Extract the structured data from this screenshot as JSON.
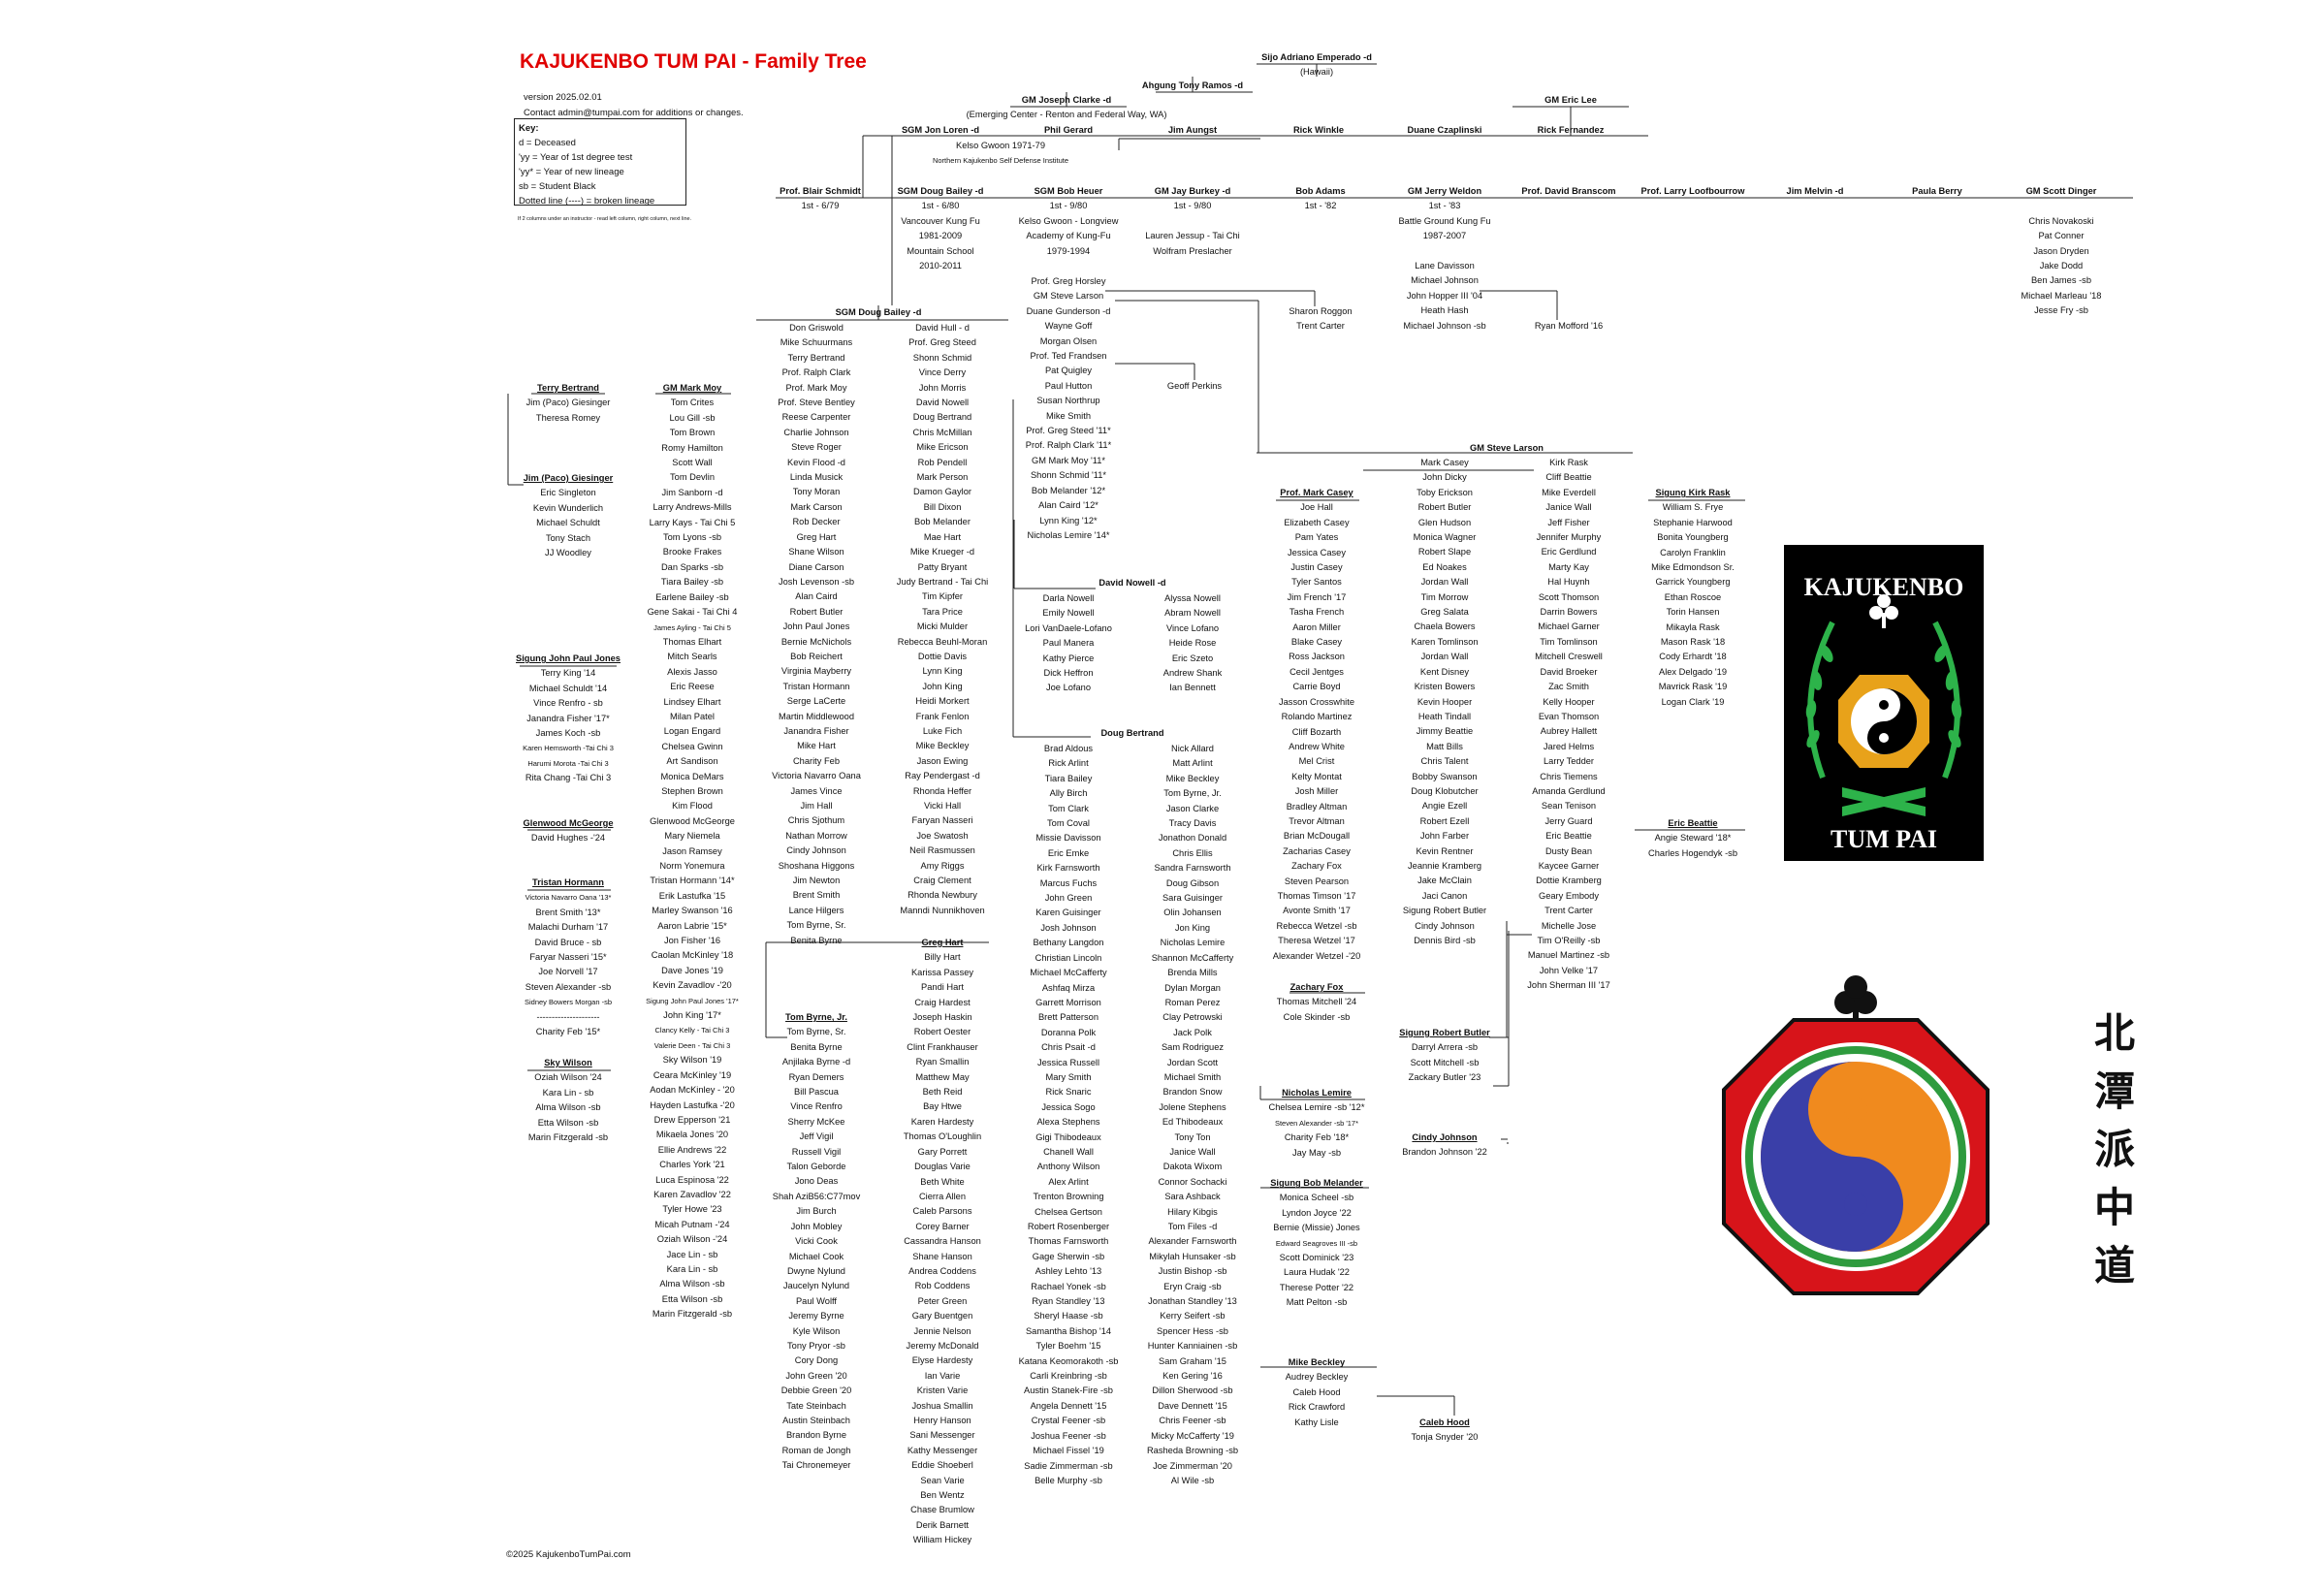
{
  "title": "KAJUKENBO TUM PAI - Family Tree",
  "version": "version 2025.02.01",
  "contact": "Contact admin@tumpai.com for additions or changes.",
  "key": {
    "title": "Key:",
    "lines": [
      "d = Deceased",
      "'yy = Year of 1st degree test",
      "'yy* = Year of new lineage",
      "sb = Student Black",
      "Dotted line (----) = broken lineage"
    ]
  },
  "column_note": "If 2 columns under an instructor - read left column, right column, next line.",
  "copyright": "©2025 KajukenboTumPai.com",
  "logos": {
    "logo1": {
      "top": "KAJUKENBO",
      "bottom": "TUM PAI",
      "colors": {
        "bg": "#000000",
        "wreath": "#2db34a",
        "ring": "#e8a21a",
        "text": "#ffffff"
      }
    },
    "logo2": {
      "calligraphy": [
        "北",
        "潭",
        "派",
        "中",
        "道"
      ],
      "colors": {
        "octagon": "#d7141a",
        "ring": "#2e9b3e",
        "inner": "#ffffff"
      }
    }
  },
  "tree": {
    "emperado": {
      "head": "Sijo Adriano Emperado -d",
      "sub": [
        "(Hawaii)"
      ]
    },
    "ramos": {
      "head": "Ahgung Tony Ramos -d"
    },
    "clarke": {
      "head": "GM Joseph Clarke -d",
      "sub": [
        "(Emerging Center - Renton and Federal Way, WA)"
      ]
    },
    "loren": {
      "head": "SGM Jon Loren -d"
    },
    "loren_note": [
      "Kelso Gwoon 1971-79",
      "Northern Kajukenbo Self Defense Institute"
    ],
    "gerard": {
      "head": "Phil Gerard"
    },
    "aungst": {
      "head": "Jim Aungst"
    },
    "winkle": {
      "head": "Rick Winkle"
    },
    "czaplinski": {
      "head": "Duane Czaplinski"
    },
    "eric_lee": {
      "head": "GM Eric Lee"
    },
    "fernandez": {
      "head": "Rick Fernandez"
    },
    "schmidt": {
      "head": "Prof. Blair Schmidt",
      "items": [
        "1st - 6/79"
      ]
    },
    "bailey1": {
      "head": "SGM Doug Bailey -d",
      "items": [
        "1st - 6/80",
        "Vancouver Kung Fu",
        "1981-2009",
        "Mountain School",
        "2010-2011"
      ]
    },
    "heuer": {
      "head": "SGM Bob Heuer",
      "items": [
        "1st - 9/80",
        "Kelso Gwoon - Longview",
        "Academy of Kung-Fu",
        "1979-1994"
      ]
    },
    "burkey": {
      "head": "GM Jay Burkey -d",
      "items": [
        "1st - 9/80",
        "",
        "Lauren Jessup - Tai Chi",
        "Wolfram Preslacher"
      ]
    },
    "adams": {
      "head": "Bob Adams",
      "items": [
        "1st - '82"
      ]
    },
    "weldon": {
      "head": "GM Jerry Weldon",
      "items": [
        "1st - '83",
        "Battle Ground Kung Fu",
        "1987-2007",
        "",
        "Lane Davisson",
        "Michael Johnson",
        "John Hopper III '04",
        "Heath Hash",
        "Michael Johnson -sb"
      ]
    },
    "branscom": {
      "head": "Prof. David Branscom"
    },
    "loofbourrow": {
      "head": "Prof. Larry Loofbourrow"
    },
    "melvin": {
      "head": "Jim Melvin -d"
    },
    "berry": {
      "head": "Paula Berry"
    },
    "dinger": {
      "head": "GM Scott Dinger",
      "items": [
        "",
        "Chris Novakoski",
        "Pat Conner",
        "Jason Dryden",
        "Jake Dodd",
        "Ben James -sb",
        "Michael Marleau '18",
        "Jesse Fry -sb"
      ]
    },
    "heuer_sub": [
      "Prof. Greg Horsley",
      "GM Steve Larson",
      "Duane Gunderson -d",
      "Wayne Goff",
      "Morgan Olsen",
      "Prof. Ted Frandsen",
      "Pat Quigley",
      "Paul Hutton",
      "Susan Northrup",
      "Mike Smith",
      "Prof. Greg Steed '11*",
      "Prof. Ralph Clark '11*",
      "GM Mark Moy '11*",
      "Shonn Schmid '11*",
      "Bob Melander '12*",
      "Alan Caird '12*",
      "Lynn King '12*",
      "Nicholas Lemire '14*"
    ],
    "horsley_sub": [
      "Sharon Roggon",
      "Trent Carter"
    ],
    "mofford": "Ryan Mofford '16",
    "geoff": "Geoff Perkins",
    "bailey2": {
      "head": "SGM Doug Bailey -d"
    },
    "b2_left": [
      "Don Griswold",
      "Mike Schuurmans",
      "Terry Bertrand",
      "Prof. Ralph Clark",
      "Prof. Mark Moy",
      "Prof. Steve Bentley",
      "Reese Carpenter",
      "Charlie Johnson",
      "Steve Roger",
      "Kevin Flood -d",
      "Linda Musick",
      "Tony Moran",
      "Mark Carson",
      "Rob Decker",
      "Greg Hart",
      "Shane Wilson",
      "Diane Carson",
      "Josh Levenson -sb",
      "Alan Caird",
      "Robert Butler",
      "John Paul Jones",
      "Bernie McNichols",
      "Bob Reichert",
      "Virginia Mayberry",
      "Tristan Hormann",
      "Serge LaCerte",
      "Martin Middlewood",
      "Janandra Fisher",
      "Mike Hart",
      "Charity Feb",
      "Victoria Navarro Oana",
      "James Vince",
      "Jim Hall",
      "Chris Sjothum",
      "Nathan Morrow",
      "Cindy Johnson",
      "Shoshana Higgons",
      "Jim Newton",
      "Brent Smith",
      "Lance Hilgers",
      "Tom Byrne, Sr.",
      "Benita Byrne"
    ],
    "b2_right": [
      "David Hull - d",
      "Prof. Greg Steed",
      "Shonn Schmid",
      "Vince Derry",
      "John Morris",
      "David Nowell",
      "Doug Bertrand",
      "Chris McMillan",
      "Mike Ericson",
      "Rob Pendell",
      "Mark Person",
      "Damon Gaylor",
      "Bill Dixon",
      "Bob Melander",
      "Mae Hart",
      "Mike Krueger -d",
      "Patty Bryant",
      "Judy Bertrand - Tai Chi",
      "Tim Kipfer",
      "Tara Price",
      "Micki Mulder",
      "Rebecca Beuhl-Moran",
      "Dottie Davis",
      "Lynn King",
      "John King",
      "Heidi Morkert",
      "Frank Fenlon",
      "Luke Fich",
      "Mike Beckley",
      "Jason Ewing",
      "Ray Pendergast -d",
      "Rhonda Heffer",
      "Vicki Hall",
      "Faryan Nasseri",
      "Joe Swatosh",
      "Neil Rasmussen",
      "Amy Riggs",
      "Craig Clement",
      "Rhonda Newbury",
      "Manndi Nunnikhoven"
    ],
    "terry": {
      "head": "Terry Bertrand",
      "items": [
        "Jim (Paco) Giesinger",
        "Theresa Romey"
      ]
    },
    "moy": {
      "head": "GM Mark Moy",
      "items": [
        "Tom Crites",
        "Lou Gill -sb",
        "Tom Brown",
        "Romy Hamilton",
        "Scott Wall",
        "Tom Devlin",
        "Jim Sanborn -d",
        "Larry Andrews-Mills",
        "Larry Kays - Tai Chi 5",
        "Tom Lyons -sb",
        "Brooke Frakes",
        "Dan Sparks -sb",
        "Tiara Bailey -sb",
        "Earlene Bailey -sb",
        "Gene Sakai - Tai Chi 4",
        "James Ayling - Tai Chi 5",
        "Thomas Elhart",
        "Mitch Searls",
        "Alexis Jasso",
        "Eric Reese",
        "Lindsey Elhart",
        "Milan Patel",
        "Logan Engard",
        "Chelsea Gwinn",
        "Art Sandison",
        "Monica DeMars",
        "Stephen Brown",
        "Kim Flood",
        "Glenwood McGeorge",
        "Mary Niemela",
        "Jason Ramsey",
        "Norm Yonemura",
        "Tristan Hormann '14*",
        "Erik Lastufka '15",
        "Marley Swanson '16",
        "Aaron Labrie '15*",
        "Jon Fisher '16",
        "Caolan McKinley '18",
        "Dave Jones '19",
        "Kevin Zavadlov -'20",
        "Sigung John Paul Jones '17*",
        "John King '17*",
        "Clancy Kelly - Tai Chi 3",
        "Valerie Deen - Tai Chi 3",
        "Sky Wilson '19",
        "Ceara McKinley '19",
        "Aodan McKinley - '20",
        "Hayden Lastufka -'20",
        "Drew Epperson '21",
        "Mikaela Jones '20",
        "Ellie Andrews '22",
        "Charles York '21",
        "Luca Espinosa '22",
        "Karen Zavadlov '22",
        "Tyler Howe '23",
        "Micah Putnam -'24",
        "Oziah Wilson -'24",
        "Jace Lin - sb",
        "Kara Lin - sb",
        "Alma Wilson -sb",
        "Etta Wilson -sb",
        "Marin Fitzgerald -sb"
      ]
    },
    "paco": {
      "head": "Jim (Paco) Giesinger",
      "items": [
        "Eric Singleton",
        "Kevin Wunderlich",
        "Michael Schuldt",
        "Tony Stach",
        "JJ Woodley"
      ]
    },
    "jpj": {
      "head": "Sigung John Paul Jones",
      "items": [
        "Terry King '14",
        "Michael Schuldt '14",
        "Vince Renfro - sb",
        "Janandra Fisher '17*",
        "James Koch -sb",
        "Karen Hemsworth -Tai Chi 3",
        "Harumi Morota -Tai Chi 3",
        "Rita Chang -Tai Chi 3"
      ]
    },
    "glenwood": {
      "head": "Glenwood McGeorge",
      "items": [
        "David Hughes -'24"
      ]
    },
    "tristan": {
      "head": "Tristan Hormann",
      "items": [
        "Victoria Navarro Oana '13*",
        "Brent Smith '13*",
        "Malachi Durham '17",
        "David Bruce - sb",
        "Faryar Nasseri '15*",
        "Joe Norvell '17",
        "Steven Alexander -sb",
        "Sidney Bowers Morgan -sb",
        "---------------------",
        "Charity Feb '15*"
      ]
    },
    "sky": {
      "head": "Sky Wilson",
      "items": [
        "Oziah Wilson '24",
        "Kara Lin - sb",
        "Alma Wilson -sb",
        "Etta Wilson -sb",
        "Marin Fitzgerald -sb"
      ]
    },
    "byrne": {
      "head": "Tom Byrne, Jr.",
      "items": [
        "Tom Byrne, Sr.",
        "Benita Byrne",
        "Anjilaka Byrne -d",
        "Ryan Demers",
        "Bill Pascua",
        "Vince Renfro",
        "Sherry McKee",
        "Jeff Vigil",
        "Russell Vigil",
        "Talon Geborde",
        "Jono Deas",
        "Shah AziB56:C77mov",
        "Jim Burch",
        "John Mobley",
        "Vicki Cook",
        "Michael Cook",
        "Dwyne Nylund",
        "Jaucelyn Nylund",
        "Paul Wolff",
        "Jeremy Byrne",
        "Kyle Wilson",
        "Tony Pryor -sb",
        "Cory Dong",
        "John Green '20",
        "Debbie Green '20",
        "Tate Steinbach",
        "Austin Steinbach",
        "Brandon Byrne",
        "Roman de Jongh",
        "Tai Chronemeyer"
      ]
    },
    "greg_hart": {
      "head": "Greg Hart",
      "items": [
        "Billy Hart",
        "Karissa Passey",
        "Pandi Hart",
        "Craig Hardest",
        "Joseph Haskin",
        "Robert Oester",
        "Clint Frankhauser",
        "Ryan Smallin",
        "Matthew May",
        "Beth Reid",
        "Bay Htwe",
        "Karen Hardesty",
        "Thomas O'Loughlin",
        "Gary Porrett",
        "Douglas Varie",
        "Beth White",
        "Cierra Allen",
        "Caleb Parsons",
        "Corey Barner",
        "Cassandra Hanson",
        "Shane Hanson",
        "Andrea Coddens",
        "Rob Coddens",
        "Peter Green",
        "Gary Buentgen",
        "Jennie Nelson",
        "Jeremy McDonald",
        "Elyse Hardesty",
        "Ian Varie",
        "Kristen Varie",
        "Joshua Smallin",
        "Henry Hanson",
        "Sani Messenger",
        "Kathy Messenger",
        "Eddie Shoeberl",
        "Sean Varie",
        "Ben Wentz",
        "Chase Brumlow",
        "Derik Barnett",
        "William Hickey"
      ]
    },
    "nowell": {
      "head": "David Nowell -d",
      "left": [
        "Darla Nowell",
        "Emily Nowell",
        "Lori VanDaele-Lofano",
        "Paul Manera",
        "Kathy Pierce",
        "Dick Heffron",
        "Joe Lofano"
      ],
      "right": [
        "Alyssa Nowell",
        "Abram Nowell",
        "Vince Lofano",
        "Heide Rose",
        "Eric Szeto",
        "Andrew Shank",
        "Ian Bennett"
      ]
    },
    "doug_bertrand": {
      "head": "Doug Bertrand",
      "left": [
        "Brad Aldous",
        "Rick Arlint",
        "Tiara Bailey",
        "Ally Birch",
        "Tom Clark",
        "Tom Coval",
        "Missie Davisson",
        "Eric Emke",
        "Kirk Farnsworth",
        "Marcus Fuchs",
        "John Green",
        "Karen Guisinger",
        "Josh Johnson",
        "Bethany Langdon",
        "Christian Lincoln",
        "Michael McCafferty",
        "Ashfaq Mirza",
        "Garrett Morrison",
        "Brett Patterson",
        "Doranna Polk",
        "Chris Psait -d",
        "Jessica Russell",
        "Mary Smith",
        "Rick Snaric",
        "Jessica Sogo",
        "Alexa Stephens",
        "Gigi Thibodeaux",
        "Chanell Wall",
        "Anthony Wilson",
        "Alex Arlint",
        "Trenton Browning",
        "Chelsea Gertson",
        "Robert Rosenberger",
        "Thomas Farnsworth",
        "Gage Sherwin -sb",
        "Ashley Lehto '13",
        "Rachael Yonek -sb",
        "Ryan Standley '13",
        "Sheryl Haase -sb",
        "Samantha Bishop '14",
        "Tyler Boehm '15",
        "Katana Keomorakoth -sb",
        "Carli Kreinbring -sb",
        "Austin Stanek-Fire -sb",
        "Angela Dennett '15",
        "Crystal Feener -sb",
        "Joshua Feener -sb",
        "Michael Fissel '19",
        "Sadie Zimmerman -sb",
        "Belle Murphy -sb"
      ],
      "right": [
        "Nick Allard",
        "Matt Arlint",
        "Mike Beckley",
        "Tom Byrne, Jr.",
        "Jason Clarke",
        "Tracy Davis",
        "Jonathon Donald",
        "Chris Ellis",
        "Sandra Farnsworth",
        "Doug Gibson",
        "Sara Guisinger",
        "Olin Johansen",
        "Jon King",
        "Nicholas Lemire",
        "Shannon McCafferty",
        "Brenda Mills",
        "Dylan Morgan",
        "Roman Perez",
        "Clay Petrowski",
        "Jack Polk",
        "Sam Rodriguez",
        "Jordan Scott",
        "Michael Smith",
        "Brandon Snow",
        "Jolene Stephens",
        "Ed Thibodeaux",
        "Tony Ton",
        "Janice Wall",
        "Dakota Wixom",
        "Connor Sochacki",
        "Sara Ashback",
        "Hilary Kibgis",
        "Tom Files -d",
        "Alexander Farnsworth",
        "Mikylah Hunsaker -sb",
        "Justin Bishop -sb",
        "Eryn Craig -sb",
        "Jonathan Standley '13",
        "Kerry Seifert -sb",
        "Spencer Hess -sb",
        "Hunter Kanniainen -sb",
        "Sam Graham '15",
        "Ken Gering '16",
        "Dillon Sherwood -sb",
        "Dave Dennett '15",
        "Chris Feener -sb",
        "Micky McCafferty '19",
        "Rasheda Browning -sb",
        "Joe Zimmerman '20",
        "Al Wile -sb"
      ]
    },
    "larson": {
      "head": "GM Steve Larson",
      "left": [
        "Mark Casey",
        "John Dicky",
        "Toby Erickson",
        "Robert Butler",
        "Glen Hudson",
        "Monica Wagner",
        "Robert Slape",
        "Ed Noakes",
        "Jordan Wall",
        "Tim Morrow",
        "Greg Salata",
        "Chaela Bowers",
        "Karen Tomlinson",
        "Jordan Wall",
        "Kent Disney",
        "Kristen Bowers",
        "Kevin Hooper",
        "Heath Tindall",
        "Jimmy Beattie",
        "Matt Bills",
        "Chris Talent",
        "Bobby Swanson",
        "Doug Klobutcher",
        "Angie Ezell",
        "Robert Ezell",
        "John Farber",
        "Kevin Rentner",
        "Jeannie Kramberg",
        "Jake McClain",
        "Jaci Canon",
        "Sigung Robert Butler",
        "Cindy Johnson",
        "Dennis Bird -sb"
      ],
      "right": [
        "Kirk Rask",
        "Cliff Beattie",
        "Mike Everdell",
        "Janice Wall",
        "Jeff Fisher",
        "Jennifer Murphy",
        "Eric Gerdlund",
        "Marty Kay",
        "Hal Huynh",
        "Scott Thomson",
        "Darrin Bowers",
        "Michael Garner",
        "Tim Tomlinson",
        "Mitchell Creswell",
        "David Broeker",
        "Zac Smith",
        "Kelly Hooper",
        "Evan Thomson",
        "Aubrey Hallett",
        "Jared Helms",
        "Larry Tedder",
        "Chris Tiemens",
        "Amanda Gerdlund",
        "Sean Tenison",
        "Jerry Guard",
        "Eric Beattie",
        "Dusty Bean",
        "Kaycee Garner",
        "Dottie Kramberg",
        "Geary Embody",
        "Trent Carter",
        "Michelle Jose",
        "Tim O'Reilly -sb",
        "Manuel Martinez -sb",
        "John Velke '17",
        "John Sherman III '17"
      ]
    },
    "mark_casey": {
      "head": "Prof. Mark Casey",
      "items": [
        "Joe Hall",
        "Elizabeth Casey",
        "Pam Yates",
        "Jessica Casey",
        "Justin Casey",
        "Tyler Santos",
        "Jim French '17",
        "Tasha French",
        "Aaron Miller",
        "Blake Casey",
        "Ross Jackson",
        "Cecil Jentges",
        "Carrie Boyd",
        "Jasson Crosswhite",
        "Rolando Martinez",
        "Cliff Bozarth",
        "Andrew White",
        "Mel Crist",
        "Kelty Montat",
        "Josh Miller",
        "Bradley Altman",
        "Trevor Altman",
        "Brian McDougall",
        "Zacharias Casey",
        "Zachary Fox",
        "Steven Pearson",
        "Thomas Timson '17",
        "Avonte Smith '17",
        "Rebecca Wetzel -sb",
        "Theresa Wetzel '17",
        "Alexander Wetzel -'20"
      ]
    },
    "zachary_fox": {
      "head": "Zachary Fox",
      "items": [
        "Thomas Mitchell '24",
        "Cole Skinder -sb"
      ]
    },
    "kirk_rask": {
      "head": "Sigung Kirk Rask",
      "items": [
        "William S. Frye",
        "Stephanie Harwood",
        "Bonita Youngberg",
        "Carolyn Franklin",
        "Mike Edmondson Sr.",
        "Garrick Youngberg",
        "Ethan Roscoe",
        "Torin Hansen",
        "Mikayla Rask",
        "Mason Rask '18",
        "Cody Erhardt '18",
        "Alex Delgado '19",
        "Mavrick Rask '19",
        "Logan Clark '19"
      ]
    },
    "eric_beattie": {
      "head": "Eric Beattie",
      "items": [
        "Angie Steward '18*",
        "Charles Hogendyk -sb"
      ]
    },
    "butler": {
      "head": "Sigung Robert Butler",
      "items": [
        "Darryl Arrera -sb",
        "Scott Mitchell -sb",
        "Zackary Butler '23"
      ]
    },
    "cindy": {
      "head": "Cindy Johnson",
      "items": [
        "Brandon Johnson '22"
      ]
    },
    "lemire": {
      "head": "Nicholas Lemire",
      "items": [
        "Chelsea Lemire -sb '12*",
        "Steven Alexander -sb '17*",
        "Charity Feb '18*",
        "Jay May -sb"
      ]
    },
    "melander": {
      "head": "Sigung Bob Melander",
      "items": [
        "Monica Scheel -sb",
        "Lyndon Joyce '22",
        "Bernie (Missie) Jones",
        "Edward Seagroves III -sb",
        "Scott Dominick '23",
        "Laura Hudak '22",
        "Therese Potter '22",
        "Matt Pelton -sb"
      ]
    },
    "beckley": {
      "head": "Mike Beckley",
      "items": [
        "Audrey Beckley",
        "Caleb Hood",
        "Rick Crawford",
        "Kathy Lisle"
      ]
    },
    "caleb": {
      "head": "Caleb Hood",
      "items": [
        "Tonja Snyder '20"
      ]
    }
  }
}
